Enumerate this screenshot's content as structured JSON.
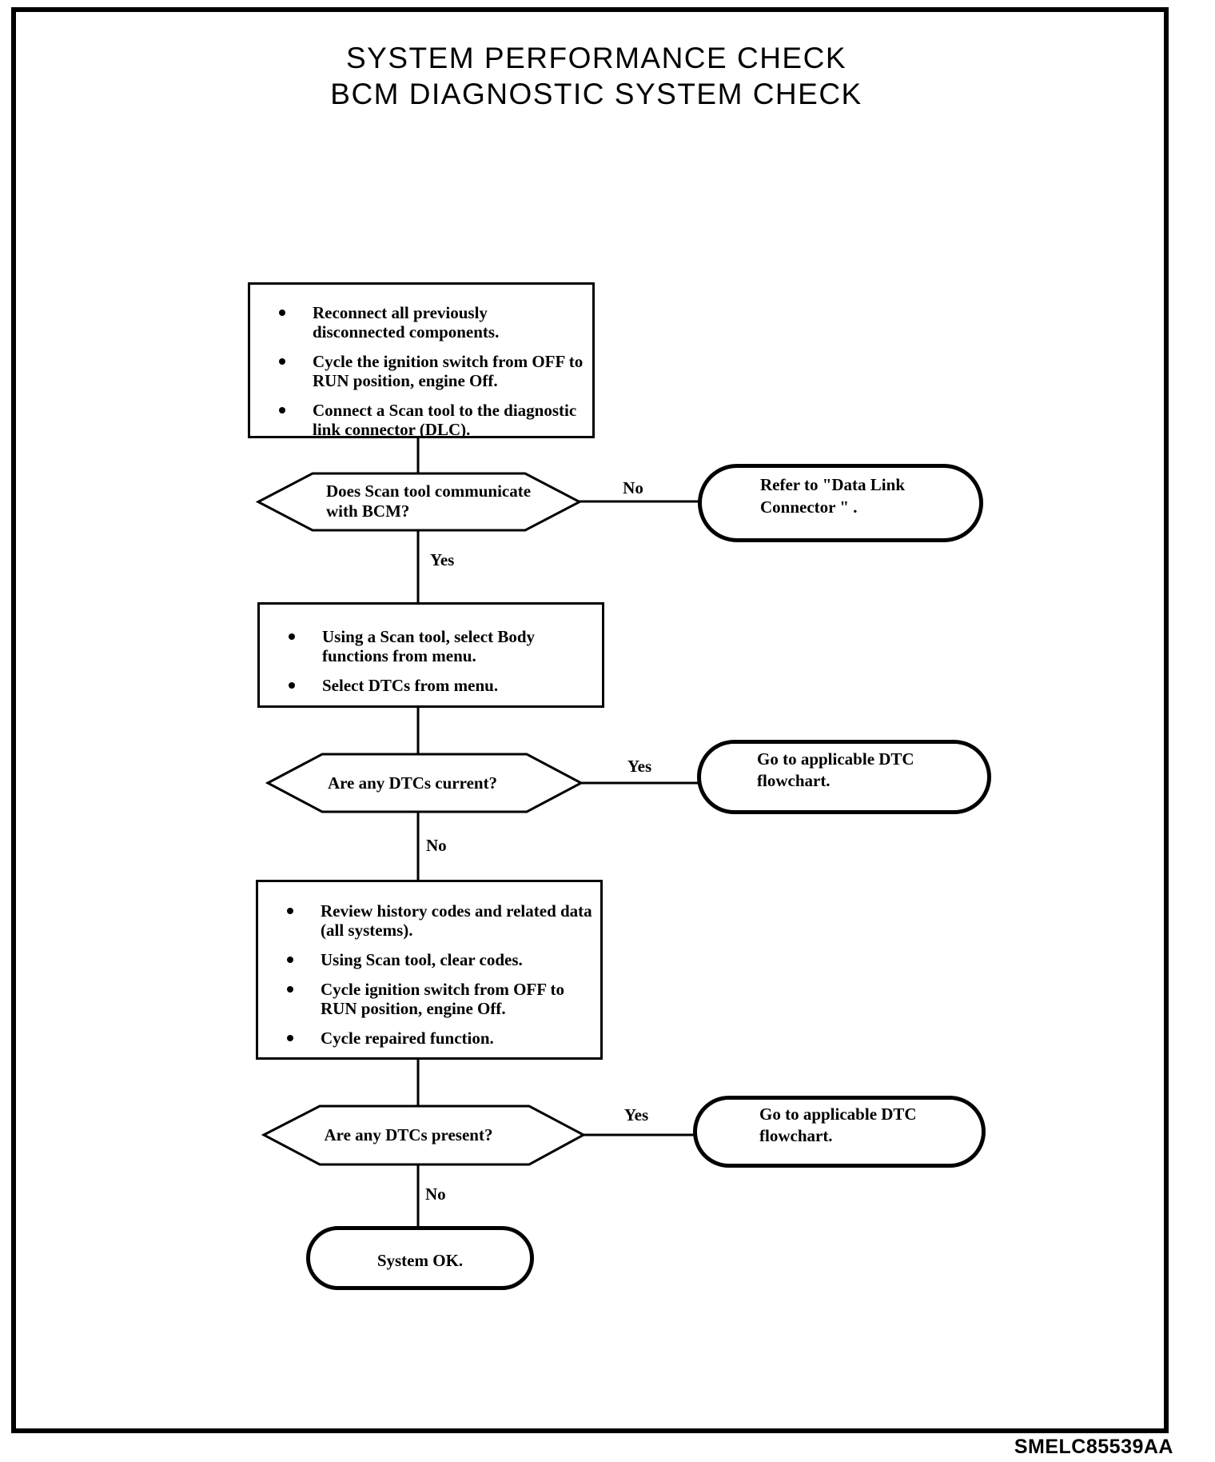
{
  "title": {
    "line1": "SYSTEM PERFORMANCE CHECK",
    "line2": "BCM DIAGNOSTIC SYSTEM CHECK"
  },
  "figure_code": "SMELC85539AA",
  "flowchart": {
    "step1": {
      "items": [
        [
          "Reconnect all previously",
          "disconnected components."
        ],
        [
          "Cycle the ignition switch from OFF to",
          "RUN position, engine Off."
        ],
        [
          "Connect a Scan tool to the diagnostic",
          "link connector (DLC)."
        ]
      ]
    },
    "decision1": {
      "lines": [
        "Does Scan tool communicate",
        "with BCM?"
      ],
      "no_label": "No",
      "yes_label": "Yes"
    },
    "terminal1": {
      "lines": [
        "Refer to \"Data Link",
        "Connector \" ."
      ]
    },
    "step2": {
      "items": [
        [
          "Using a Scan tool, select Body",
          "functions from menu."
        ],
        [
          "Select DTCs from menu."
        ]
      ]
    },
    "decision2": {
      "question": "Are any DTCs current?",
      "yes_label": "Yes",
      "no_label": "No"
    },
    "terminal2": {
      "lines": [
        "Go to applicable DTC",
        "flowchart."
      ]
    },
    "step3": {
      "items": [
        [
          "Review history codes and related data",
          "(all systems)."
        ],
        [
          "Using Scan tool, clear codes."
        ],
        [
          "Cycle ignition switch from OFF to",
          "RUN position, engine Off."
        ],
        [
          "Cycle repaired function."
        ]
      ]
    },
    "decision3": {
      "question": "Are any DTCs present?",
      "yes_label": "Yes",
      "no_label": "No"
    },
    "terminal3": {
      "lines": [
        "Go to applicable DTC",
        "flowchart."
      ]
    },
    "terminal4": {
      "text": "System OK."
    }
  }
}
